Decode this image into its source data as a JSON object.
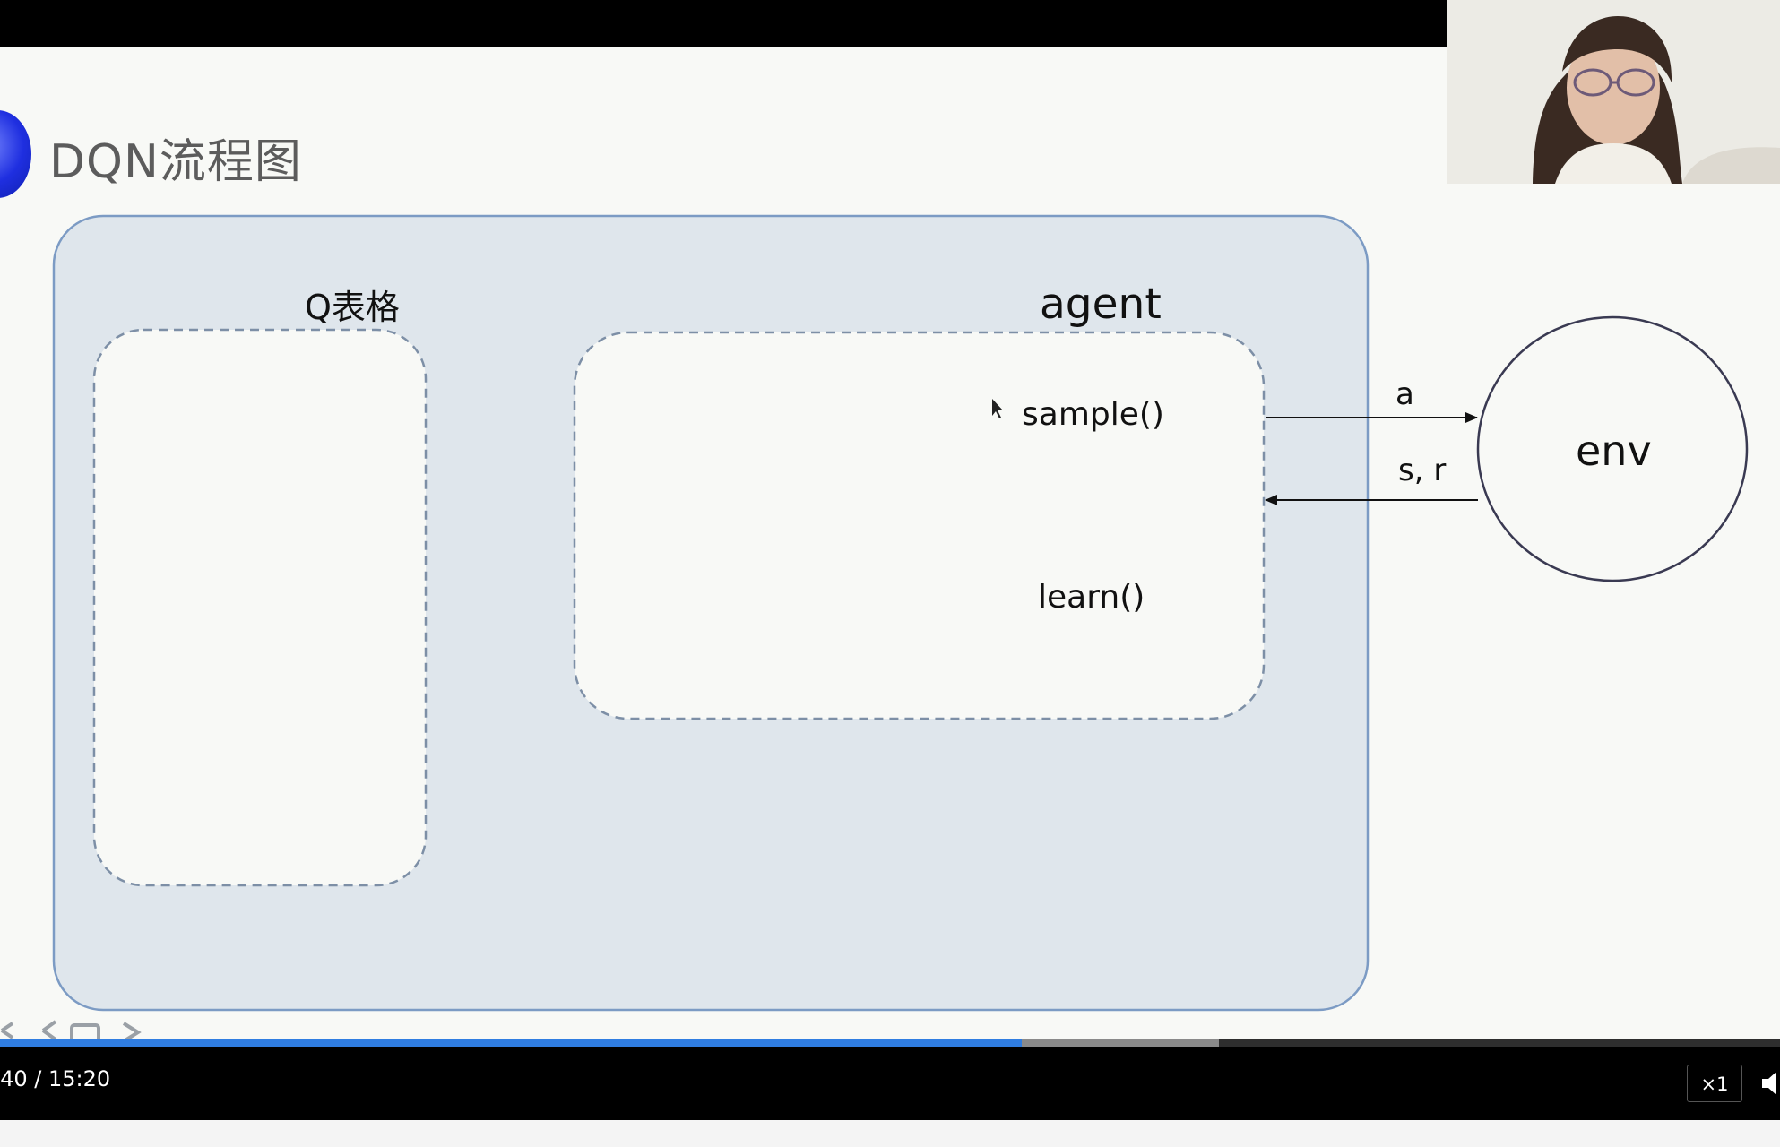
{
  "slide": {
    "title": "DQN流程图",
    "diagram": {
      "q_table_label": "Q表格",
      "agent_label": "agent",
      "sample_label": "sample()",
      "learn_label": "learn()",
      "env_label": "env",
      "action_label": "a",
      "state_reward_label": "s, r"
    }
  },
  "player": {
    "time": ":40 / 15:20",
    "speed": "×1",
    "progress": 0.574,
    "buffered": 0.685
  },
  "colors": {
    "outer_box_fill": "#dfe6ec",
    "outer_box_border": "#7c9bc4",
    "dashed_border": "#7d8fa6",
    "progress_fill": "#2f7de1",
    "title_bullet": "#1f2fe0"
  }
}
